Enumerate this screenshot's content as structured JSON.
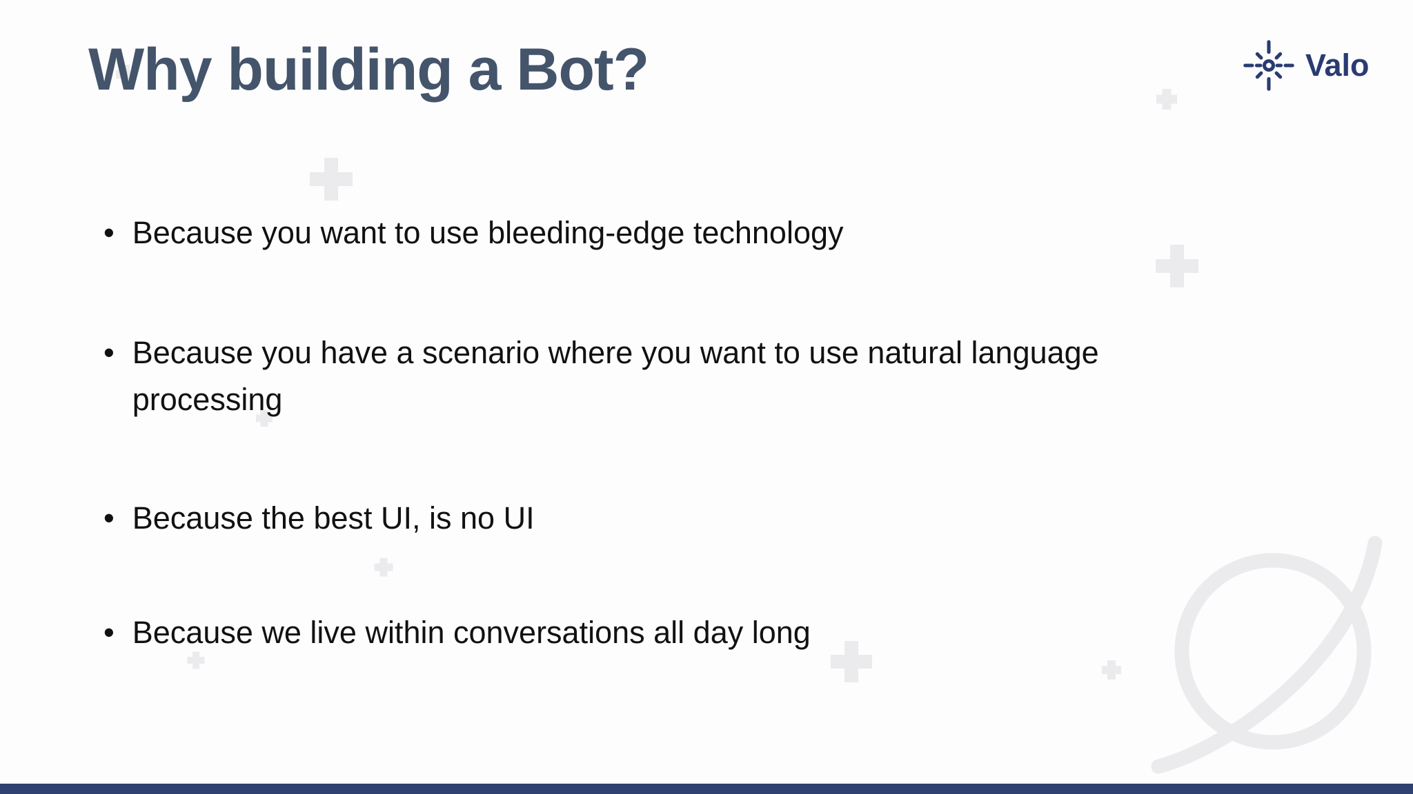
{
  "slide": {
    "title": "Why building a Bot?",
    "bullet_marker": "•",
    "bullets": [
      "Because you want to use bleeding-edge technology",
      "Because you have a scenario where you want to use natural language\nprocessing",
      "Because the best UI, is no UI",
      "Because we live within conversations all day long"
    ]
  },
  "logo": {
    "brand": "Valo",
    "icon": "starburst-icon"
  },
  "colors": {
    "title_text": "#44546a",
    "body_text": "#111111",
    "logo_navy": "#2a3b72",
    "footer_bar": "#2e4170",
    "decor_gray": "#ebebed",
    "background": "#fdfdfe"
  }
}
